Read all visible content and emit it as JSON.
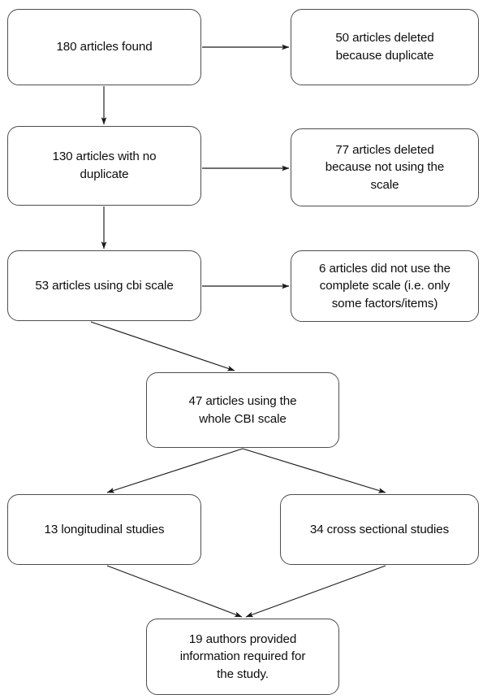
{
  "diagram": {
    "title": "Article selection flowchart",
    "type": "flowchart",
    "stroke_color": "#4d4d4d",
    "arrow_color": "#1a1a1a",
    "background_color": "#ffffff",
    "text_color": "#0d0d0d",
    "nodes": {
      "found": "180 articles found",
      "deleted_duplicate": "50 articles deleted\nbecause duplicate",
      "no_duplicate": "130 articles with no\nduplicate",
      "deleted_not_using_scale": "77 articles deleted\nbecause not using the\nscale",
      "cbi_scale": "53 articles using cbi scale",
      "not_complete_scale": "6 articles did not use the\ncomplete scale (i.e. only\nsome factors/items)",
      "whole_cbi": "47 articles using the\nwhole CBI scale",
      "longitudinal": "13 longitudinal studies",
      "cross_sectional": "34 cross sectional studies",
      "authors_provided": "19 authors provided\ninformation required for\nthe study."
    },
    "edges": [
      {
        "from": "found",
        "to": "deleted_duplicate",
        "kind": "horizontal"
      },
      {
        "from": "found",
        "to": "no_duplicate",
        "kind": "vertical"
      },
      {
        "from": "no_duplicate",
        "to": "deleted_not_using_scale",
        "kind": "horizontal"
      },
      {
        "from": "no_duplicate",
        "to": "cbi_scale",
        "kind": "vertical"
      },
      {
        "from": "cbi_scale",
        "to": "not_complete_scale",
        "kind": "horizontal"
      },
      {
        "from": "cbi_scale",
        "to": "whole_cbi",
        "kind": "diagonal"
      },
      {
        "from": "whole_cbi",
        "to": "longitudinal",
        "kind": "diagonal"
      },
      {
        "from": "whole_cbi",
        "to": "cross_sectional",
        "kind": "diagonal"
      },
      {
        "from": "longitudinal",
        "to": "authors_provided",
        "kind": "diagonal"
      },
      {
        "from": "cross_sectional",
        "to": "authors_provided",
        "kind": "diagonal"
      }
    ]
  }
}
